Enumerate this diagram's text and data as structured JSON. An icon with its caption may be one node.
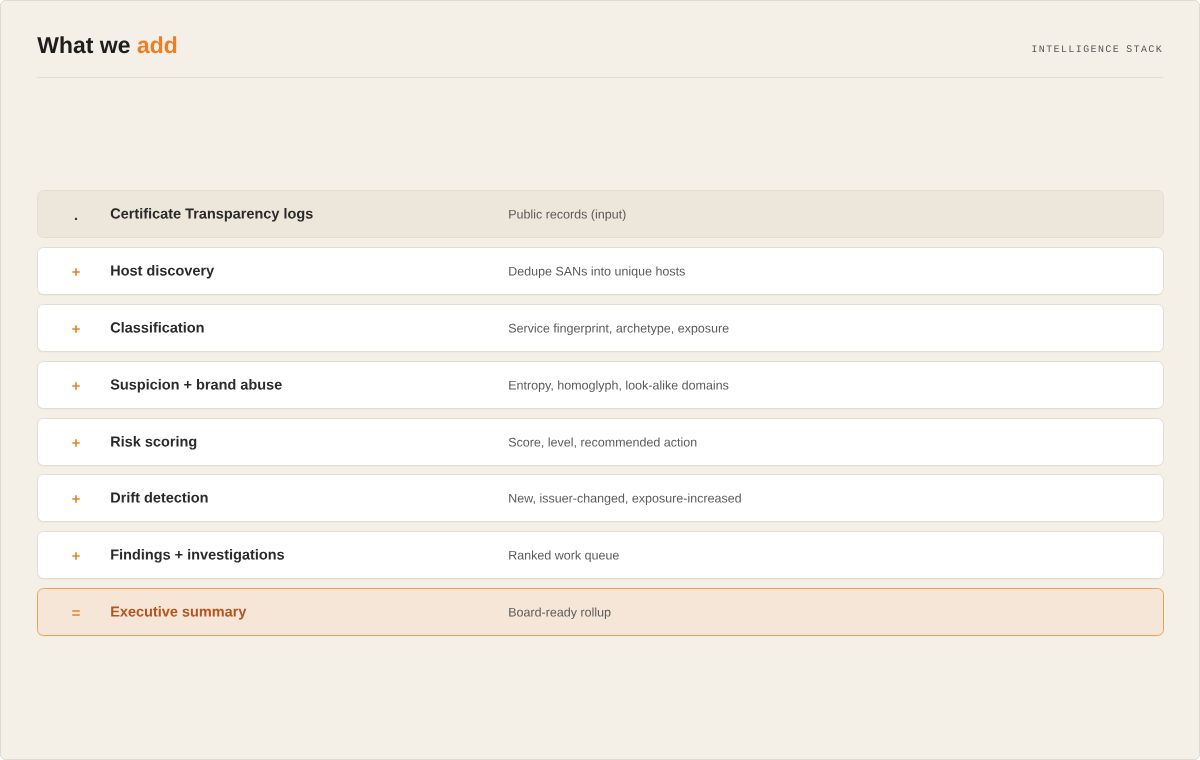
{
  "diagram": {
    "title": "What we **add**",
    "nodes": [
      {
        "text": [
          ".",
          "Certificate Transparency logs",
          "Public records (input)"
        ]
      },
      {
        "text": [
          "+",
          "Host discovery",
          "Dedupe SANs into unique hosts"
        ]
      },
      {
        "text": [
          "+",
          "Classification",
          "Service fingerprint, archetype, exposure"
        ]
      },
      {
        "text": [
          "+",
          "Suspicion + brand abuse",
          "Entropy, homoglyph, look-alike domains"
        ]
      },
      {
        "text": [
          "+",
          "Risk scoring",
          "Score, level, recommended action"
        ]
      },
      {
        "text": [
          "+",
          "Drift detection",
          "New, issuer-changed, exposure-increased"
        ]
      },
      {
        "text": [
          "+",
          "Findings + investigations",
          "Ranked work queue"
        ]
      },
      {
        "text": [
          "=",
          "Executive summary",
          "Board-ready rollup"
        ]
      }
    ],
    "labels": [
      "INTELLIGENCE STACK"
    ]
  }
}
